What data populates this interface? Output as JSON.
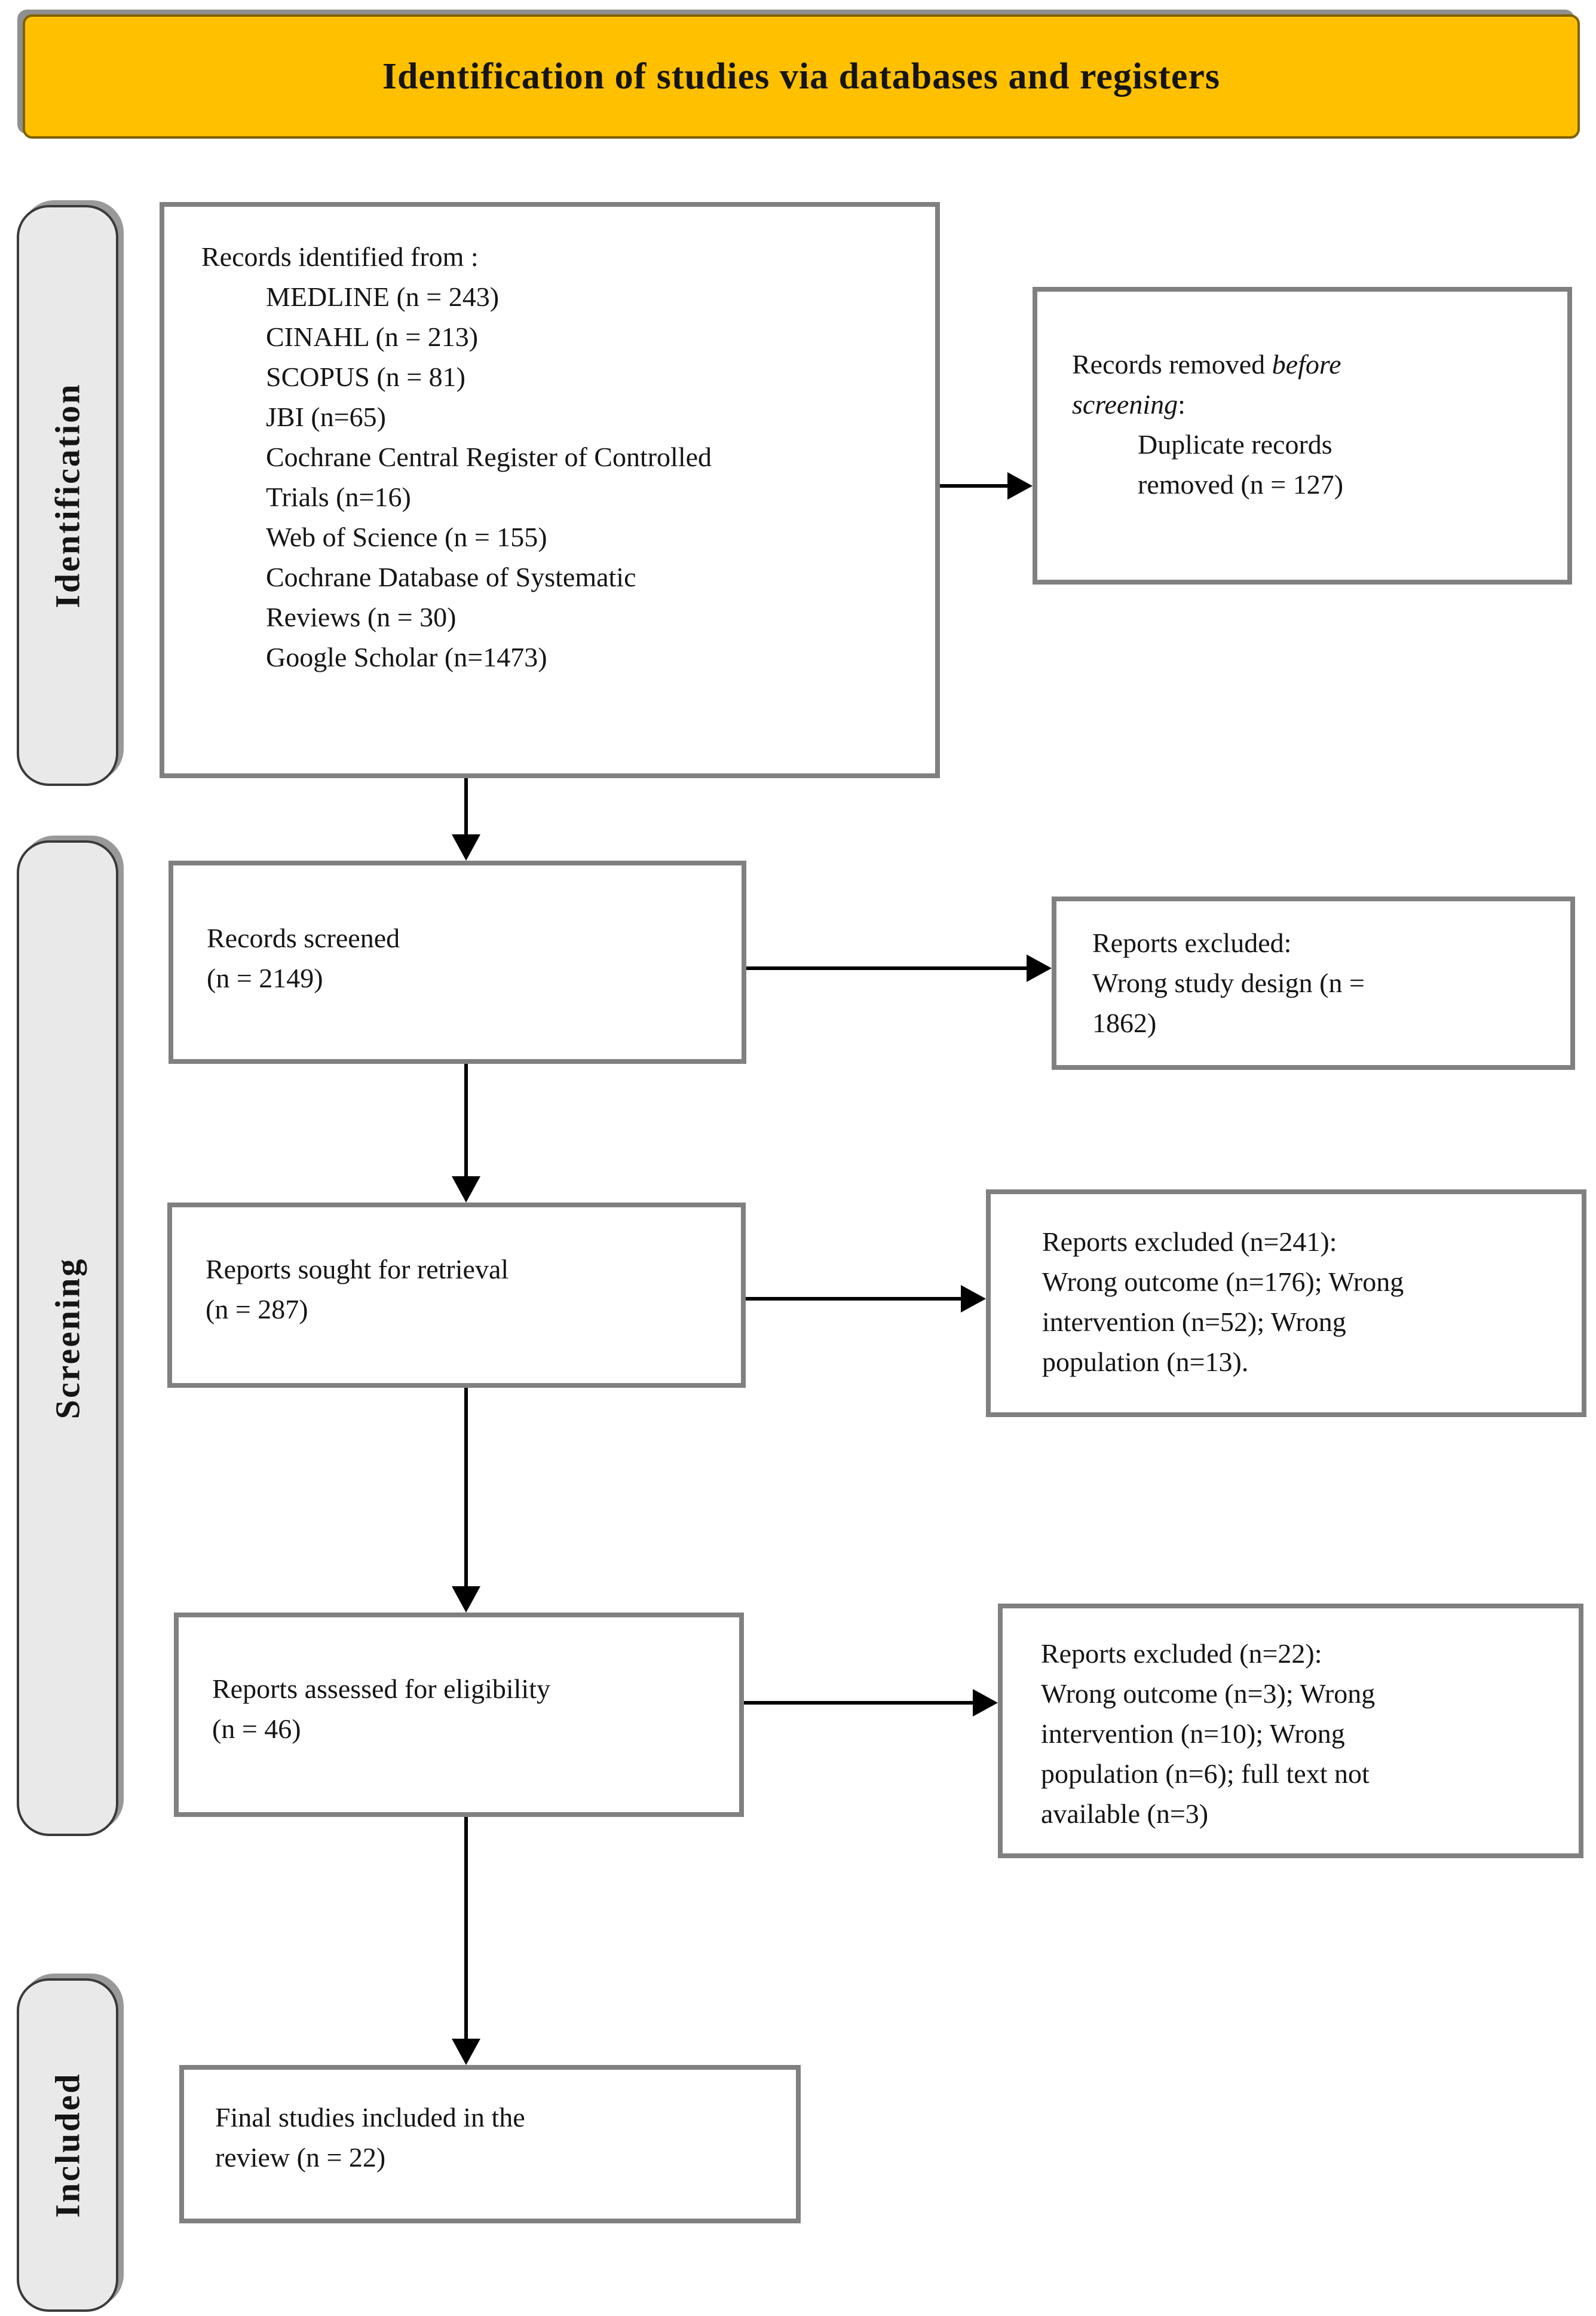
{
  "header": {
    "title": "Identification of studies via databases and registers",
    "banner_color": "#FFC000",
    "banner_border_color": "#7F6000"
  },
  "sidebar": {
    "fill_color": "#E9E9E9",
    "labels": [
      "Identification",
      "Screening",
      "Included"
    ]
  },
  "flow": {
    "records_identified": {
      "intro": "Records identified from :",
      "source_lines": [
        "MEDLINE (n = 243)",
        "CINAHL (n = 213)",
        "SCOPUS (n = 81)",
        "JBI (n=65)",
        "Cochrane Central Register of Controlled",
        "Trials (n=16)",
        "Web of Science (n = 155)",
        "Cochrane Database of Systematic",
        "Reviews (n = 30)",
        "Google Scholar (n=1473)"
      ]
    },
    "records_removed": {
      "l1_roman": "Records removed ",
      "l1_italic": "before",
      "l2_italic": "screening",
      "l2_roman": ":",
      "indent_lines": [
        "Duplicate records",
        "removed (n = 127)"
      ]
    },
    "records_screened": {
      "lines": [
        "Records screened",
        "(n = 2149)"
      ]
    },
    "reports_excluded_screening": {
      "lines": [
        "Reports excluded:",
        "Wrong study design (n =",
        "1862)"
      ]
    },
    "reports_sought": {
      "lines": [
        "Reports sought for retrieval",
        "(n = 287)"
      ]
    },
    "reports_excluded_retrieval": {
      "lines": [
        "Reports excluded (n=241):",
        "Wrong outcome (n=176); Wrong",
        "intervention (n=52); Wrong",
        "population (n=13)."
      ]
    },
    "reports_assessed": {
      "lines": [
        "Reports assessed for eligibility",
        "(n = 46)"
      ]
    },
    "reports_excluded_eligibility": {
      "lines": [
        "Reports excluded (n=22):",
        "Wrong outcome (n=3); Wrong",
        "intervention (n=10); Wrong",
        "population (n=6); full text not",
        "available (n=3)"
      ]
    },
    "final_included": {
      "lines": [
        "Final studies included in the",
        "review (n = 22)"
      ]
    }
  },
  "style_tokens": {
    "box_border_color": "#808080",
    "arrow_color": "#000000"
  }
}
